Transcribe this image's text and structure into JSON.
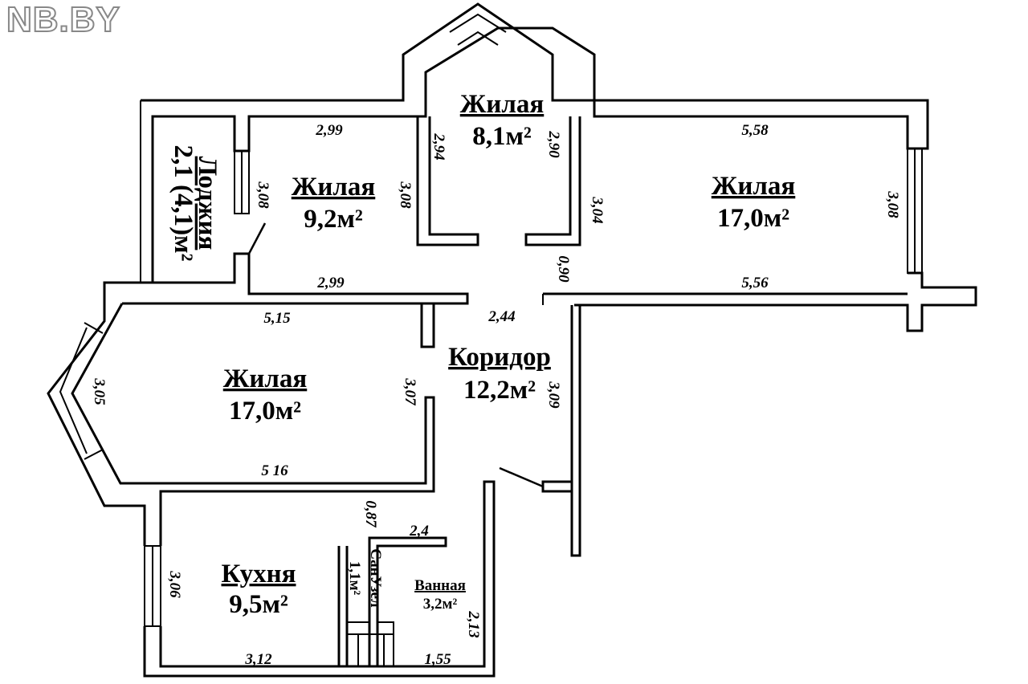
{
  "watermark": "NB.BY",
  "rooms": {
    "bedroom_small": {
      "name": "Жилая",
      "area": "9,2м²"
    },
    "bay_room": {
      "name": "Жилая",
      "area": "8,1м²"
    },
    "living_right": {
      "name": "Жилая",
      "area": "17,0м²"
    },
    "living_left": {
      "name": "Жилая",
      "area": "17,0м²"
    },
    "corridor": {
      "name": "Коридор",
      "area": "12,2м²"
    },
    "kitchen": {
      "name": "Кухня",
      "area": "9,5м²"
    },
    "wc": {
      "name": "СанУзел",
      "area": "1,1м²"
    },
    "bath": {
      "name": "Ванная",
      "area": "3,2м²"
    },
    "loggia": {
      "name": "Лоджия",
      "area": "2,1 (4,1)м²"
    }
  },
  "dimensions": {
    "d_299_top": "2,99",
    "d_558": "5,58",
    "d_294": "2,94",
    "d_290": "2,90",
    "d_308_a": "3,08",
    "d_308_b": "3,08",
    "d_304": "3,04",
    "d_308_c": "3,08",
    "d_090": "0,90",
    "d_299_bottom": "2,99",
    "d_556": "5,56",
    "d_515": "5,15",
    "d_244": "2,44",
    "d_305": "3,05",
    "d_307": "3,07",
    "d_309": "3,09",
    "d_516": "5 16",
    "d_087": "0,87",
    "d_24": "2,4",
    "d_306": "3,06",
    "d_213": "2,13",
    "d_312": "3,12",
    "d_155": "1,55"
  }
}
